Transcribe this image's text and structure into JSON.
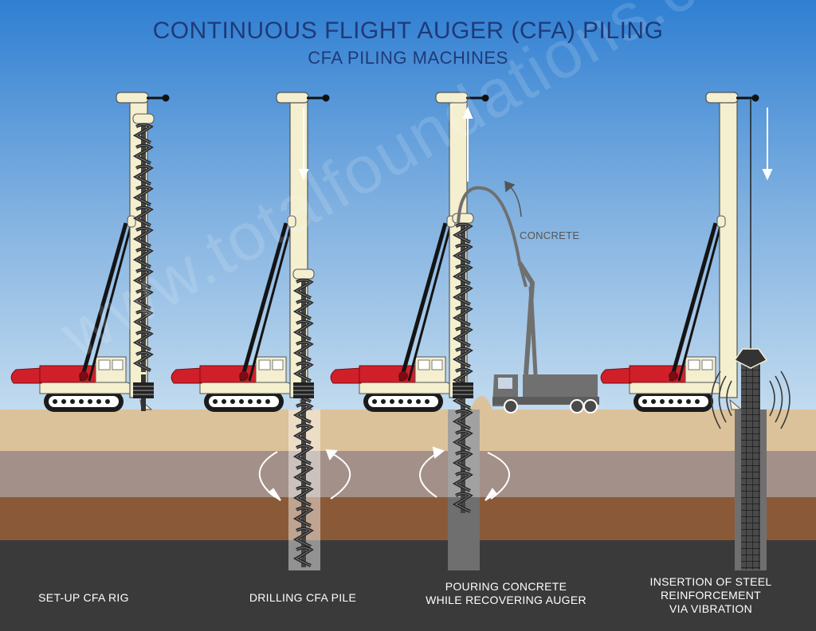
{
  "header": {
    "title": "CONTINUOUS FLIGHT AUGER (CFA) PILING",
    "subtitle": "CFA PILING MACHINES"
  },
  "labels": {
    "concrete": "CONCRETE",
    "watermark": "www.totalfoundations.com"
  },
  "steps": [
    {
      "lines": [
        "SET-UP CFA RIG"
      ]
    },
    {
      "lines": [
        "DRILLING CFA PILE"
      ]
    },
    {
      "lines": [
        "POURING CONCRETE",
        "WHILE RECOVERING AUGER"
      ]
    },
    {
      "lines": [
        "INSERTION OF STEEL",
        "REINFORCEMENT",
        "VIA VIBRATION"
      ]
    }
  ],
  "colors": {
    "sky_top": "#2f7fd2",
    "sky_bottom": "#b8d5ee",
    "ground_sand": "#dcc29a",
    "ground_mid": "#a39088",
    "ground_brown": "#8a5a38",
    "ground_dark": "#3a3a3a",
    "rig_red": "#d11f2a",
    "mast_cream": "#f3efcf",
    "truck_grey": "#707070"
  }
}
